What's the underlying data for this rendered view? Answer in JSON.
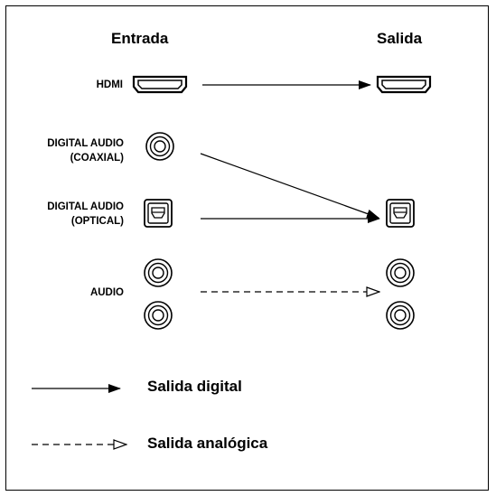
{
  "headers": {
    "input": "Entrada",
    "output": "Salida"
  },
  "labels": {
    "hdmi": "HDMI",
    "digital_coaxial_line1": "DIGITAL AUDIO",
    "digital_coaxial_line2": "(COAXIAL)",
    "digital_optical_line1": "DIGITAL AUDIO",
    "digital_optical_line2": "(OPTICAL)",
    "audio": "AUDIO"
  },
  "legend": {
    "digital": "Salida digital",
    "analog": "Salida analógica"
  },
  "colors": {
    "stroke": "#000000",
    "background": "#ffffff"
  }
}
